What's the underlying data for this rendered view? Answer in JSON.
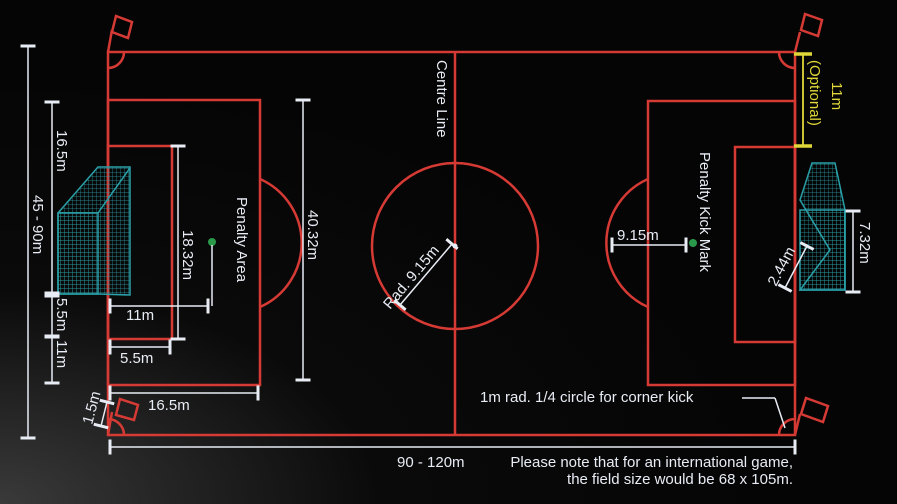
{
  "labels": {
    "centre_line": "Centre Line",
    "penalty_area": "Penalty Area",
    "penalty_kick_mark": "Penalty Kick Mark",
    "centre_radius": "Rad. 9.15m",
    "arc_radius": "9.15m",
    "width": "45 - 90m",
    "length": "90 - 120m",
    "penalty_depth": "16.5m",
    "penalty_depth_bottom": "16.5m",
    "penalty_side": "16.5m",
    "goal_area_side_5_5": "5.5m",
    "goal_area_side_11": "11m",
    "goal_area_width": "18.32m",
    "penalty_area_width": "40.32m",
    "penalty_mark_distance": "11m",
    "goal_area_depth": "5.5m",
    "corner_dim": "1.5m",
    "optional_mark": "11m",
    "optional_text": "(Optional)",
    "goal_height": "2.44m",
    "goal_width": "7.32m",
    "corner_note": "1m rad. 1/4 circle for corner kick",
    "note_line1": "Please note that for an international game,",
    "note_line2": "the field size would be 68 x 105m."
  },
  "colors": {
    "lines": "#d63a35",
    "dimensions": "#e8ecf4",
    "optional": "#e0d838",
    "goal": "#2aa0a8",
    "spot": "#2a9a4a"
  }
}
